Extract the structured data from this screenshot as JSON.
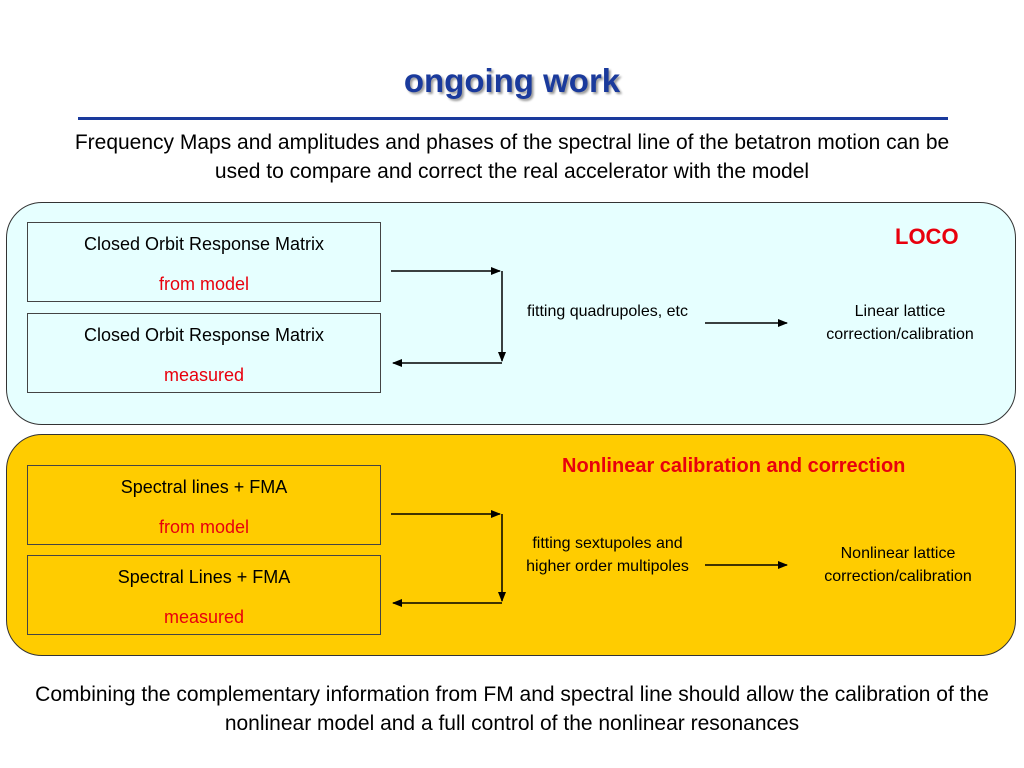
{
  "slide": {
    "title": "ongoing work",
    "intro": "Frequency Maps and amplitudes and phases of the spectral line of the betatron motion can be used to compare and correct the real accelerator with the model",
    "outro": "Combining the complementary information from FM and spectral line should allow the calibration of the nonlinear model and a full control of the nonlinear resonances"
  },
  "loco": {
    "tag": "LOCO",
    "box_model": {
      "line1": "Closed Orbit Response Matrix",
      "line2": "from model"
    },
    "box_measured": {
      "line1": "Closed Orbit Response Matrix",
      "line2": "measured"
    },
    "fitting": "fitting quadrupoles, etc",
    "result": "Linear lattice correction/calibration"
  },
  "nonlinear": {
    "tag": "Nonlinear calibration and correction",
    "box_model": {
      "line1": "Spectral lines + FMA",
      "line2": "from model"
    },
    "box_measured": {
      "line1": "Spectral Lines + FMA",
      "line2": "measured"
    },
    "fitting": "fitting sextupoles and higher order multipoles",
    "result": "Nonlinear lattice correction/calibration"
  },
  "colors": {
    "title": "#1a3a9c",
    "accent_red": "#e8000d",
    "panel_cyan": "#e6ffff",
    "panel_yellow": "#ffcc00"
  }
}
